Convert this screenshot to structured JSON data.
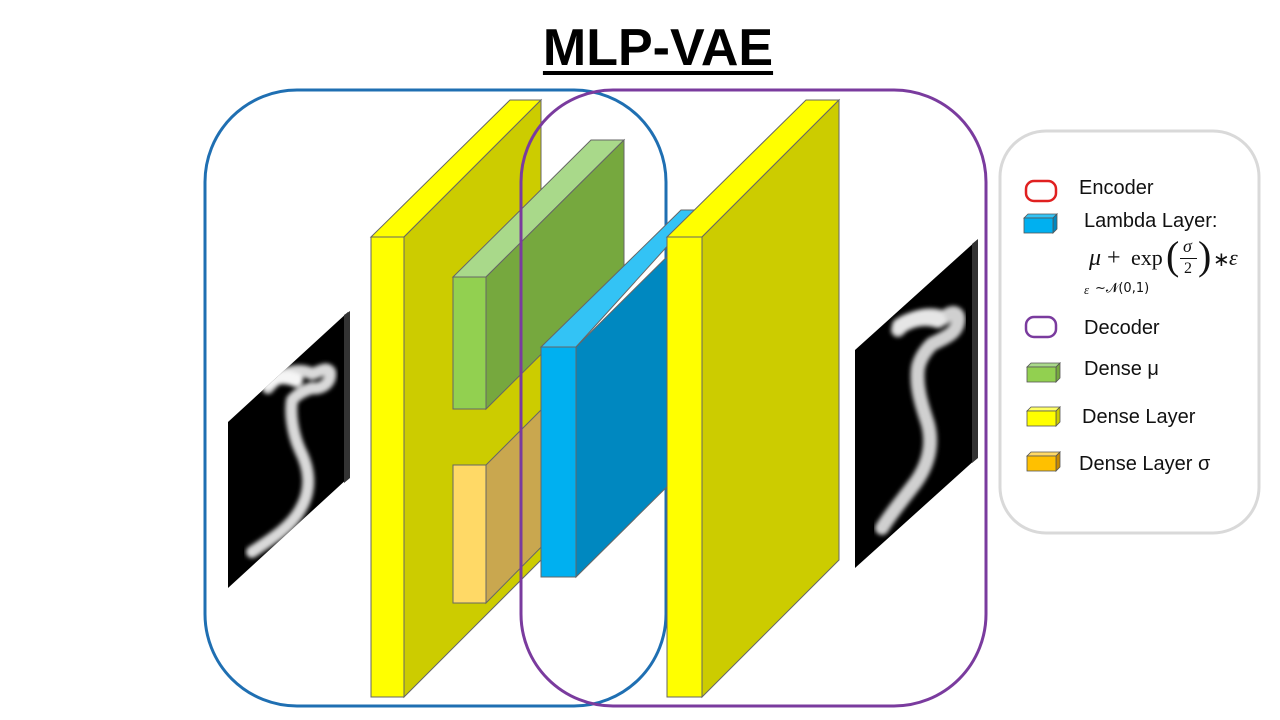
{
  "title": "MLP-VAE",
  "colors": {
    "encoder_outline": "#1f6fb2",
    "decoder_outline": "#7a3b9e",
    "legend_encoder_icon": "#e02020",
    "legend_decoder_icon": "#7a3b9e",
    "dense_front": "#ffff00",
    "dense_face": "#cccc00",
    "mu_front": "#92d050",
    "mu_face": "#76a83e",
    "mu_top": "#a9d98a",
    "sigma_front": "#ffd966",
    "sigma_face": "#c9a74f",
    "lambda_front": "#00b0f0",
    "lambda_face": "#0088c0",
    "lambda_top": "#33c3f5"
  },
  "legend": {
    "encoder": "Encoder",
    "lambda": "Lambda Layer:",
    "lambda_formula": {
      "mu": "μ",
      "plus": "+",
      "exp": "exp",
      "sigma": "σ",
      "two": "2",
      "star": "∗",
      "eps": "ε",
      "cond_eps": "ε",
      "cond_dist": "~𝓝(0,1)"
    },
    "decoder": "Decoder",
    "dense_mu": "Dense μ",
    "dense_layer": "Dense Layer",
    "dense_sigma": "Dense Layer σ"
  }
}
